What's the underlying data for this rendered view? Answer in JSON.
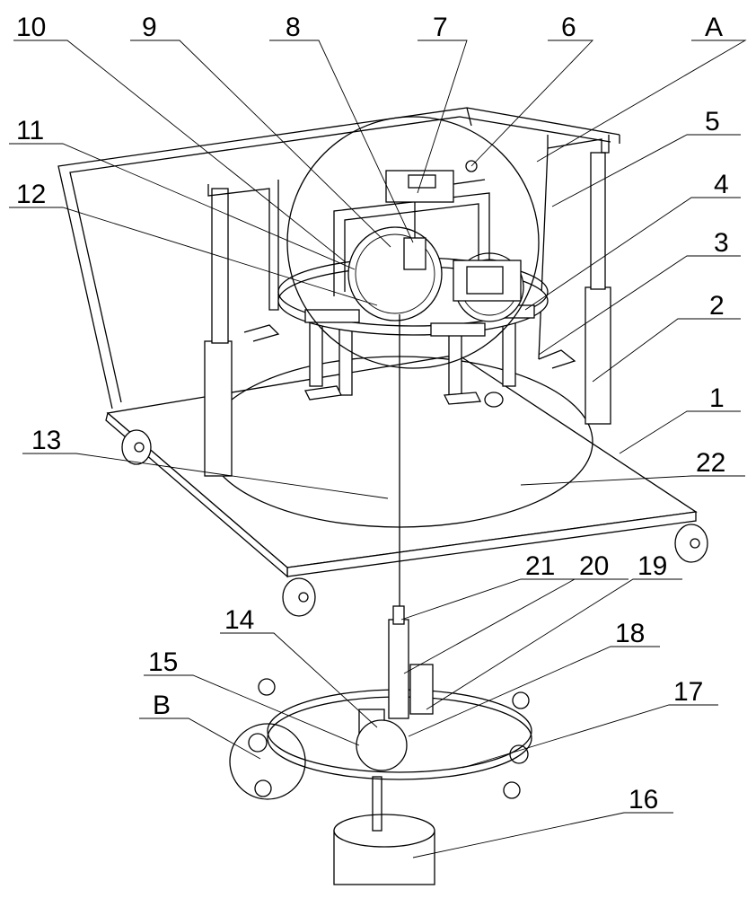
{
  "figure": {
    "labels": {
      "l10": "10",
      "l9": "9",
      "l8": "8",
      "l7": "7",
      "l6": "6",
      "lA": "A",
      "l5": "5",
      "l4": "4",
      "l3": "3",
      "l2": "2",
      "l1": "1",
      "l22": "22",
      "l11": "11",
      "l12": "12",
      "l13": "13",
      "l21": "21",
      "l20": "20",
      "l19": "19",
      "l14": "14",
      "l18": "18",
      "l15": "15",
      "l17": "17",
      "lB": "B",
      "l16": "16"
    }
  }
}
